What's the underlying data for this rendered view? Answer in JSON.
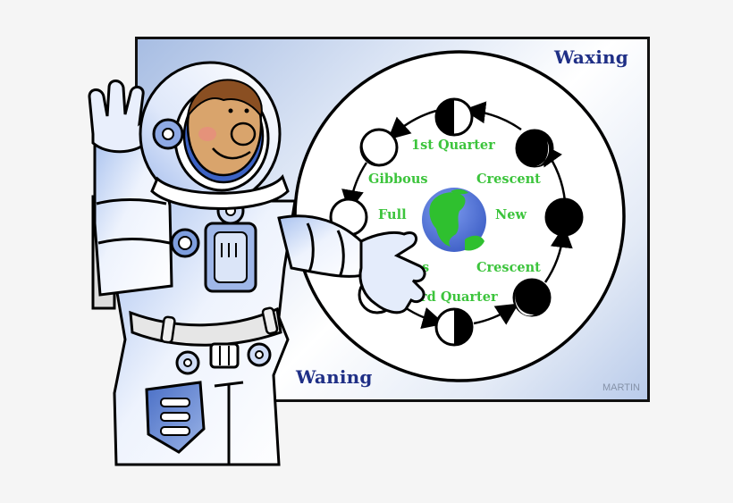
{
  "board": {
    "waxing_title": "Waxing",
    "waning_title": "Waning",
    "credit": "MARTIN",
    "colors": {
      "title": "#1f2f86",
      "phase_label": "#3cc43c",
      "earth_ocean": "#4f74d8",
      "earth_land": "#2fc02f",
      "board_tint": "#a7bde3"
    }
  },
  "diagram": {
    "center_object": "earth",
    "phase_labels": [
      {
        "id": "first-quarter",
        "text": "1st Quarter"
      },
      {
        "id": "waxing-crescent",
        "text": "Crescent"
      },
      {
        "id": "new",
        "text": "New"
      },
      {
        "id": "waning-crescent",
        "text": "Crescent"
      },
      {
        "id": "third-quarter-partial",
        "text": "rd Quarter"
      },
      {
        "id": "waning-gibbous-partial",
        "text": "s"
      },
      {
        "id": "full",
        "text": "Full"
      },
      {
        "id": "waxing-gibbous",
        "text": "Gibbous"
      }
    ],
    "moons": [
      {
        "phase": "new"
      },
      {
        "phase": "waxing-crescent"
      },
      {
        "phase": "first-quarter"
      },
      {
        "phase": "waxing-gibbous"
      },
      {
        "phase": "full"
      },
      {
        "phase": "waning-gibbous"
      },
      {
        "phase": "third-quarter"
      },
      {
        "phase": "waning-crescent"
      }
    ]
  },
  "figure": {
    "subject": "astronaut",
    "pose": "waving and pointing at board"
  }
}
